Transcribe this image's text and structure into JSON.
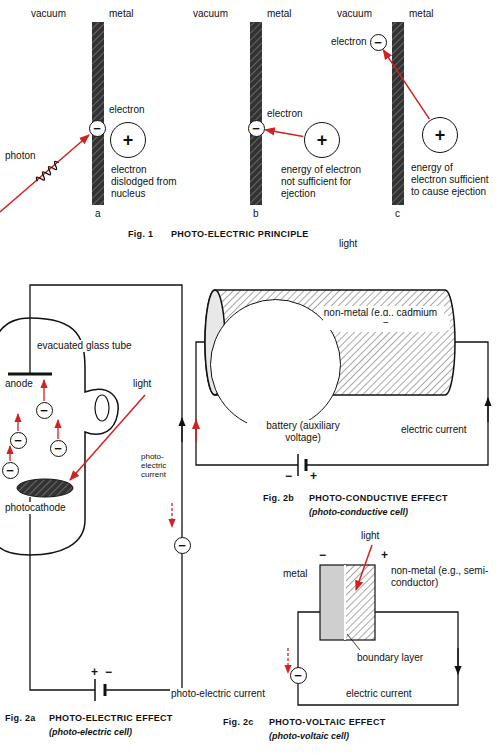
{
  "diagram": {
    "nodes": [
      {
        "text": [
          "+"
        ]
      },
      {
        "text": [
          "−"
        ]
      },
      {
        "text": [
          "−"
        ]
      },
      {
        "text": [
          "+"
        ]
      },
      {
        "text": [
          "−"
        ]
      },
      {
        "text": [
          "+"
        ]
      },
      {
        "text": [
          "non-metal (e.g., cadmium sulphide)"
        ]
      },
      {
        "text": [
          "−"
        ],
        "in": 6
      },
      {
        "text": [
          "−"
        ]
      },
      {
        "text": [
          "−"
        ]
      },
      {
        "text": [
          "−"
        ]
      },
      {
        "text": [
          "−"
        ]
      },
      {
        "text": [
          "−"
        ]
      },
      {
        "text": [
          "−"
        ]
      }
    ],
    "edges": [
      {
        "from": 3,
        "to": 2,
        "arrow": "to"
      },
      {
        "from": 5,
        "to": 4,
        "arrow": "to"
      }
    ],
    "labels": [
      "vacuum",
      "metal",
      "vacuum",
      "metal",
      "vacuum",
      "metal",
      "electron",
      "electron",
      "electron",
      "photon",
      "electron dislodged from nucleus",
      "energy of electron not sufficient for ejection",
      "energy of electron sufficient to cause ejection",
      "a",
      "b",
      "c",
      "Fig. 1",
      "PHOTO-ELECTRIC PRINCIPLE",
      "evacuated glass tube",
      "anode",
      "light",
      "photo-electric current",
      "photocathode",
      "+",
      "−",
      "Fig. 2a",
      "PHOTO-ELECTRIC EFFECT",
      "(photo-electric cell)",
      "light",
      "battery (auxiliary voltage)",
      "electric current",
      "−",
      "+",
      "Fig. 2b",
      "PHOTO-CONDUCTIVE EFFECT",
      "(photo-conductive cell)",
      "light",
      "−",
      "+",
      "metal",
      "non-metal (e.g., semi-conductor)",
      "boundary layer",
      "photo-electric current",
      "electric current",
      "Fig. 2c",
      "PHOTO-VOLTAIC EFFECT",
      "(photo-voltaic cell)"
    ]
  }
}
